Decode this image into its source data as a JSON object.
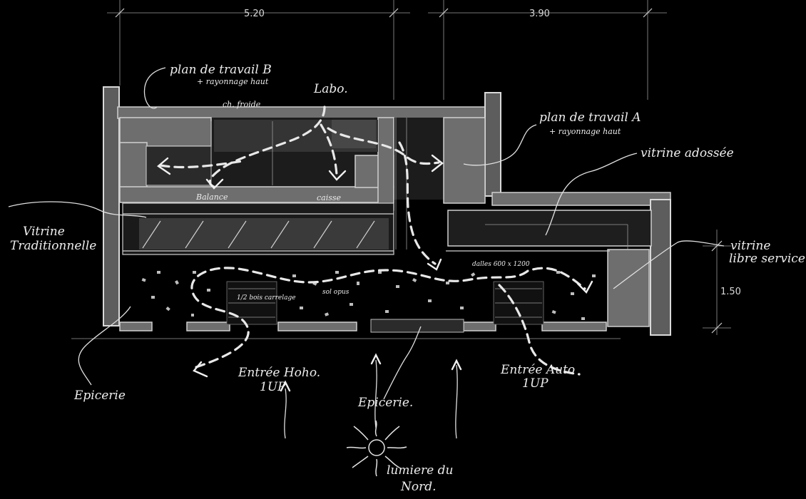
{
  "dimensions": {
    "left_width": "5.20",
    "right_width": "3.90",
    "side_height": "1.50"
  },
  "labels": {
    "plan_b": "plan de travail B",
    "plan_b_sub": "+ rayonnage haut",
    "labo": "Labo.",
    "ch_froide": "ch. froide",
    "plan_a": "plan de travail A",
    "plan_a_sub": "+ rayonnage haut",
    "vitrine_adossee": "vitrine adossée",
    "balance": "Balance",
    "caisse": "caisse",
    "vitrine_trad_1": "Vitrine",
    "vitrine_trad_2": "Traditionnelle",
    "vitrine_libre_1": "vitrine",
    "vitrine_libre_2": "libre service",
    "dalles": "dalles 600 x 1200",
    "bois_carrelage": "1/2 bois carrelage",
    "sol_opus": "sol opus",
    "entree_left_1": "Entrée Hoho.",
    "entree_left_2": "1UP",
    "entree_right_1": "Entrée Auto",
    "entree_right_2": "1UP",
    "epicerie_left": "Epicerie",
    "epicerie_center": "Epicerie.",
    "lumiere_1": "lumiere du",
    "lumiere_2": "Nord."
  }
}
